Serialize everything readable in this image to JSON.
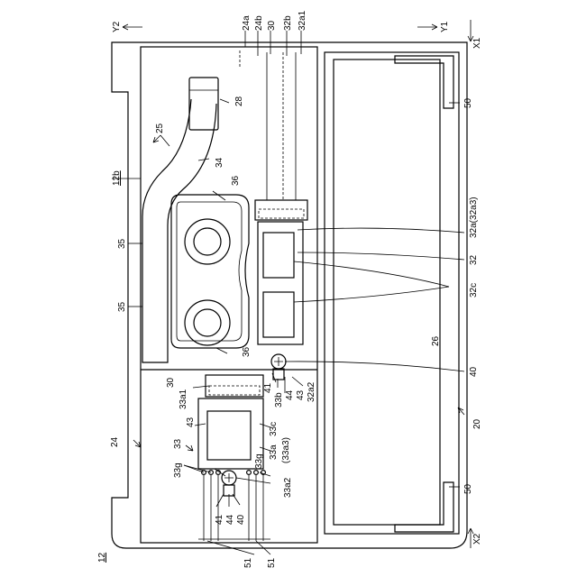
{
  "axes": {
    "y2": "Y2",
    "y1": "Y1",
    "x1": "X1",
    "x2": "X2"
  },
  "labels": {
    "fig_ref": "12",
    "l_24a": "24a",
    "l_24b": "24b",
    "l_30_top": "30",
    "l_32b": "32b",
    "l_32a1_top": "32a1",
    "l_28": "28",
    "l_25": "25",
    "l_34": "34",
    "l_12b": "12b",
    "l_36_top": "36",
    "l_35_a": "35",
    "l_35_b": "35",
    "l_36_bot": "36",
    "l_50_top": "50",
    "l_50_bot": "50",
    "l_32a": "32a(32a3)",
    "l_32": "32",
    "l_32c": "32c",
    "l_26": "26",
    "l_40_right": "40",
    "l_20": "20",
    "l_30_mid": "30",
    "l_33a1": "33a1",
    "l_41_mid": "41",
    "l_33b": "33b",
    "l_44_mid": "44",
    "l_43_mid": "43",
    "l_32a2": "32a2",
    "l_24": "24",
    "l_43_low": "43",
    "l_33": "33",
    "l_33c": "33c",
    "l_33a": "33a",
    "l_33a3": "(33a3)",
    "l_33g_left": "33g",
    "l_33g_right": "33g",
    "l_33a2": "33a2",
    "l_41_low": "41",
    "l_44_low": "44",
    "l_40_low": "40",
    "l_51_a": "51",
    "l_51_b": "51"
  }
}
